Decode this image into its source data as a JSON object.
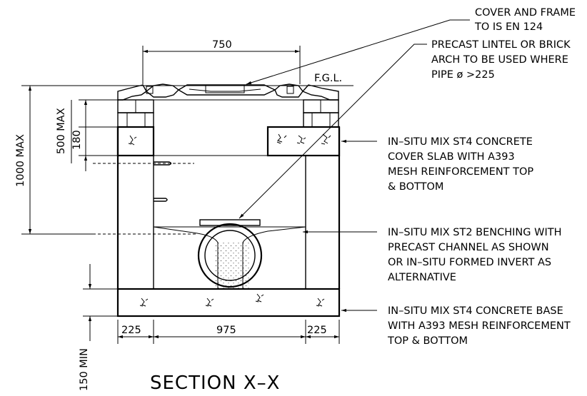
{
  "title": "SECTION X–X",
  "labels": {
    "cover_frame": [
      "COVER AND FRAME",
      "TO IS EN 124"
    ],
    "lintel": [
      "PRECAST LINTEL OR BRICK",
      "ARCH TO BE USED WHERE",
      "PIPE ø >225"
    ],
    "fgl": "F.G.L.",
    "cover_slab": [
      "IN–SITU MIX ST4 CONCRETE",
      "COVER SLAB WITH A393",
      "MESH REINFORCEMENT TOP",
      "& BOTTOM"
    ],
    "benching": [
      "IN–SITU MIX ST2 BENCHING WITH",
      "PRECAST CHANNEL AS SHOWN",
      "OR IN–SITU FORMED INVERT AS",
      "ALTERNATIVE"
    ],
    "base": [
      "IN–SITU MIX ST4 CONCRETE BASE",
      "WITH A393 MESH REINFORCEMENT",
      "TOP & BOTTOM"
    ]
  },
  "dimensions": {
    "opening": "750",
    "depth_max": "1000 MAX",
    "collar_max": "500 MAX",
    "slab": "180",
    "wall_left": "225",
    "inner": "975",
    "wall_right": "225",
    "base_min": "150 MIN"
  }
}
